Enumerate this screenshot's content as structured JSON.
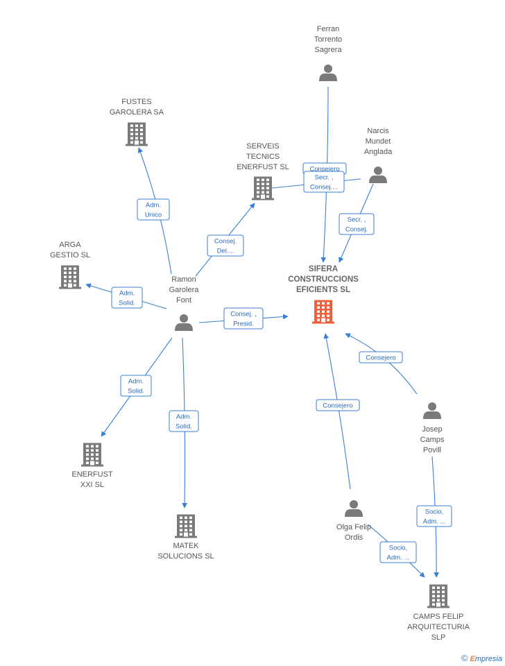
{
  "colors": {
    "node": "#7a7a7a",
    "focus": "#f0603a",
    "edge": "#3a7fd5"
  },
  "nodes": [
    {
      "id": "ferran",
      "kind": "person",
      "label": [
        "Ferran",
        "Torrento",
        "Sagrera"
      ]
    },
    {
      "id": "narcis",
      "kind": "person",
      "label": [
        "Narcis",
        "Mundet",
        "Anglada"
      ]
    },
    {
      "id": "ramon",
      "kind": "person",
      "label": [
        "Ramon",
        "Garolera",
        "Font"
      ]
    },
    {
      "id": "josep",
      "kind": "person",
      "label": [
        "Josep",
        "Camps",
        "Povill"
      ]
    },
    {
      "id": "olga",
      "kind": "person",
      "label": [
        "Olga Felip",
        "Ordis"
      ]
    },
    {
      "id": "fustes",
      "kind": "company",
      "label": [
        "FUSTES",
        "GAROLERA SA"
      ]
    },
    {
      "id": "serveis",
      "kind": "company",
      "label": [
        "SERVEIS",
        "TECNICS",
        "ENERFUST SL"
      ]
    },
    {
      "id": "arga",
      "kind": "company",
      "label": [
        "ARGA",
        "GESTIO SL"
      ]
    },
    {
      "id": "sifera",
      "kind": "focus",
      "label": [
        "SIFERA",
        "CONSTRUCCIONS",
        "EFICIENTS SL"
      ]
    },
    {
      "id": "enerfust",
      "kind": "company",
      "label": [
        "ENERFUST",
        "XXI SL"
      ]
    },
    {
      "id": "matek",
      "kind": "company",
      "label": [
        "MATEK",
        "SOLUCIONS SL"
      ]
    },
    {
      "id": "camps",
      "kind": "company",
      "label": [
        "CAMPS FELIP",
        "ARQUITECTURIA",
        "SLP"
      ]
    }
  ],
  "edges": [
    {
      "from": "ferran",
      "to": "sifera",
      "label": [
        "Consejero"
      ]
    },
    {
      "from": "narcis",
      "to": "serveis",
      "label": [
        "Secr. ,",
        "Consej...."
      ]
    },
    {
      "from": "narcis",
      "to": "sifera",
      "label": [
        "Secr. ,",
        "Consej."
      ]
    },
    {
      "from": "ramon",
      "to": "fustes",
      "label": [
        "Adm.",
        "Unico"
      ]
    },
    {
      "from": "ramon",
      "to": "serveis",
      "label": [
        "Consej.",
        "Del...."
      ]
    },
    {
      "from": "ramon",
      "to": "arga",
      "label": [
        "Adm.",
        "Solid."
      ]
    },
    {
      "from": "ramon",
      "to": "sifera",
      "label": [
        "Consej. ,",
        "Presid."
      ]
    },
    {
      "from": "ramon",
      "to": "enerfust",
      "label": [
        "Adm.",
        "Solid."
      ]
    },
    {
      "from": "ramon",
      "to": "matek",
      "label": [
        "Adm.",
        "Solid."
      ]
    },
    {
      "from": "josep",
      "to": "sifera",
      "label": [
        "Consejero"
      ]
    },
    {
      "from": "olga",
      "to": "sifera",
      "label": [
        "Consejero"
      ]
    },
    {
      "from": "josep",
      "to": "camps",
      "label": [
        "Socio,",
        "Adm. ..."
      ]
    },
    {
      "from": "olga",
      "to": "camps",
      "label": [
        "Socio,",
        "Adm. ..."
      ]
    }
  ],
  "footer": {
    "copyright": "©",
    "brand_initial": "E",
    "brand_rest": "mpresia"
  }
}
